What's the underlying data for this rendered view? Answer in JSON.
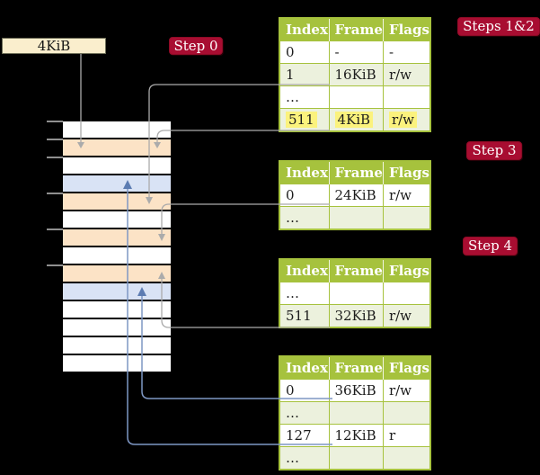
{
  "root_box": {
    "label": "4KiB"
  },
  "badges": [
    {
      "label": "Step 0"
    },
    {
      "label": "Steps 1&2"
    },
    {
      "label": "Step 3"
    },
    {
      "label": "Step 4"
    }
  ],
  "memory_column": {
    "row_fills": [
      "white",
      "peach",
      "white",
      "blue",
      "peach",
      "white",
      "peach",
      "white",
      "peach",
      "blue",
      "white",
      "white",
      "white",
      "white"
    ],
    "tick_boundaries": [
      0,
      1,
      2,
      4,
      6,
      8
    ]
  },
  "tables": [
    {
      "id": "steps-1-2",
      "headers": [
        "Index",
        "Frame",
        "Flags"
      ],
      "rows": [
        {
          "cells": [
            "0",
            "-",
            "-"
          ],
          "shaded": false,
          "highlight": false
        },
        {
          "cells": [
            "1",
            "16KiB",
            "r/w"
          ],
          "shaded": true,
          "highlight": false
        },
        {
          "cells": [
            "…",
            "",
            ""
          ],
          "shaded": false,
          "highlight": false
        },
        {
          "cells": [
            "511",
            "4KiB",
            "r/w"
          ],
          "shaded": true,
          "highlight": true
        }
      ]
    },
    {
      "id": "step-3",
      "headers": [
        "Index",
        "Frame",
        "Flags"
      ],
      "rows": [
        {
          "cells": [
            "0",
            "24KiB",
            "r/w"
          ],
          "shaded": false,
          "highlight": false
        },
        {
          "cells": [
            "…",
            "",
            ""
          ],
          "shaded": true,
          "highlight": false
        }
      ]
    },
    {
      "id": "step-4",
      "headers": [
        "Index",
        "Frame",
        "Flags"
      ],
      "rows": [
        {
          "cells": [
            "…",
            "",
            ""
          ],
          "shaded": false,
          "highlight": false
        },
        {
          "cells": [
            "511",
            "32KiB",
            "r/w"
          ],
          "shaded": true,
          "highlight": false
        }
      ]
    },
    {
      "id": "final",
      "headers": [
        "Index",
        "Frame",
        "Flags"
      ],
      "rows": [
        {
          "cells": [
            "0",
            "36KiB",
            "r/w"
          ],
          "shaded": false,
          "highlight": false
        },
        {
          "cells": [
            "…",
            "",
            ""
          ],
          "shaded": true,
          "highlight": false
        },
        {
          "cells": [
            "127",
            "12KiB",
            "r"
          ],
          "shaded": false,
          "highlight": false
        },
        {
          "cells": [
            "…",
            "",
            ""
          ],
          "shaded": true,
          "highlight": false
        }
      ]
    }
  ],
  "connectors": [
    {
      "from": "4KiB root box",
      "to": "memory frame 4KiB",
      "color": "gray"
    },
    {
      "from": "table steps-1-2 entry 1 (16KiB)",
      "to": "memory frame 16KiB",
      "color": "gray"
    },
    {
      "from": "table steps-1-2 entry 511 (4KiB)",
      "to": "memory frame 4KiB",
      "color": "gray"
    },
    {
      "from": "table step-3 entry 0 (24KiB)",
      "to": "memory frame 24KiB",
      "color": "gray"
    },
    {
      "from": "table step-4 entry 511 (32KiB)",
      "to": "memory frame 32KiB",
      "color": "gray"
    },
    {
      "from": "table final entry 0 (36KiB)",
      "to": "memory frame 36KiB",
      "color": "blue"
    },
    {
      "from": "table final entry 127 (12KiB)",
      "to": "memory frame 12KiB",
      "color": "blue"
    }
  ],
  "colors": {
    "background": "#000000",
    "table_header_green": "#A6C23D",
    "table_row_green": "#ECF1DD",
    "highlight_yellow": "#FBF27D",
    "badge_red": "#A80D31",
    "root_box_cream": "#FAEECD",
    "frame_peach": "#FCE3C6",
    "frame_blue": "#D9E3F5",
    "frame_white": "#FFFFFF",
    "gray_arrow": "#ABABAB",
    "blue_arrow": "#7E97C4",
    "blue_arrowhead": "#5C7CB2"
  }
}
